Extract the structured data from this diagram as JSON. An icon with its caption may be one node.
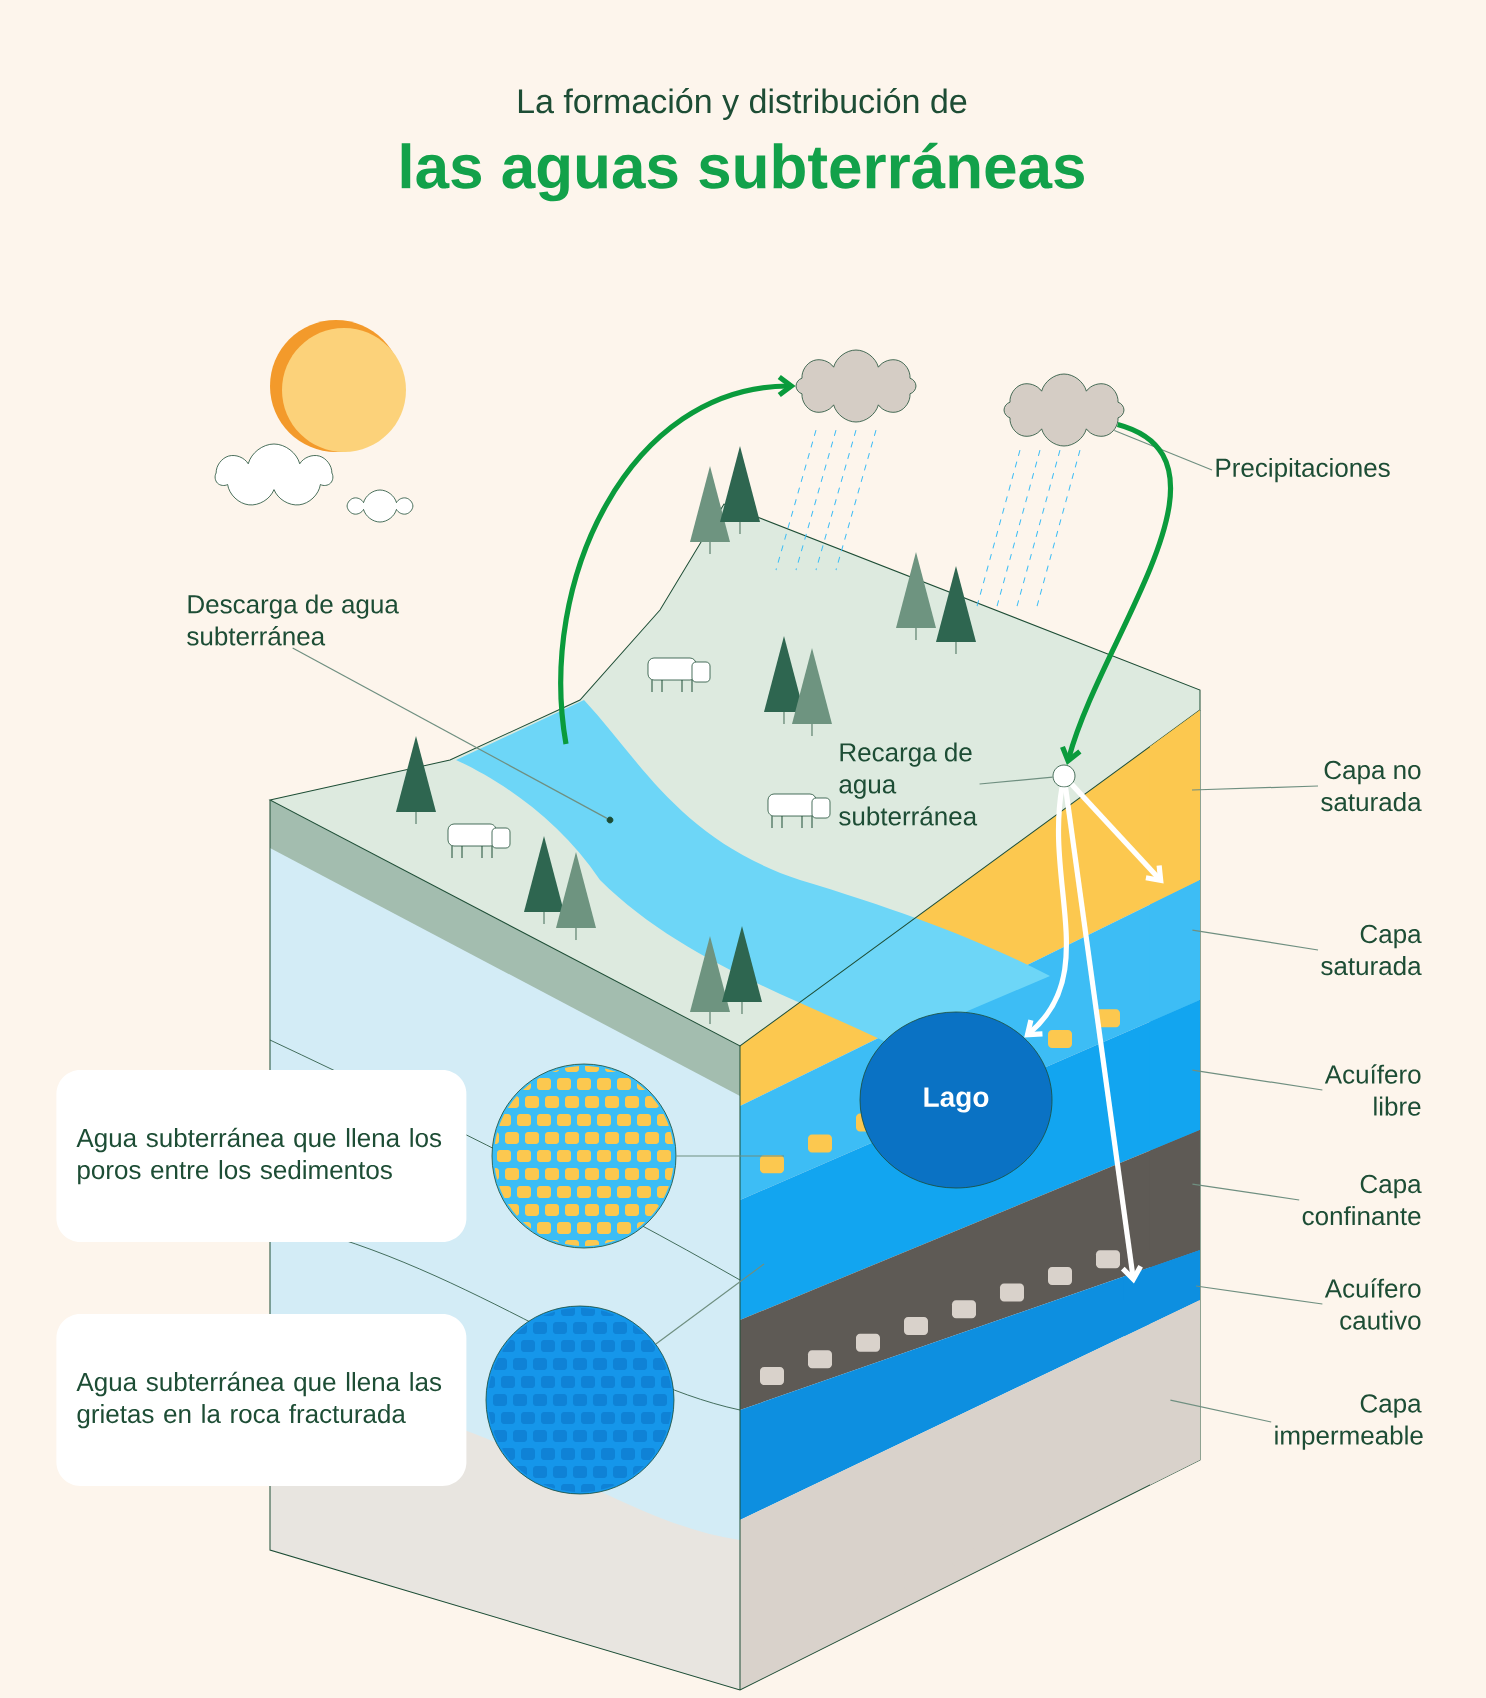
{
  "diagram": {
    "title": "La formación y distribución de",
    "nodes": [
      {
        "text": [
          "Precipitaciones"
        ]
      },
      {
        "text": [],
        "shape": "cloud"
      },
      {
        "text": [],
        "shape": "cloud"
      },
      {
        "text": [
          "Descarga de agua subterránea"
        ]
      },
      {
        "text": [],
        "shape": "circle"
      },
      {
        "text": [],
        "shape": "circle"
      },
      {
        "text": [
          "Recarga de agua subterránea"
        ]
      },
      {
        "text": [
          "Lago"
        ]
      },
      {
        "text": [
          "Capa no saturada"
        ]
      },
      {
        "text": [
          "Capa saturada"
        ]
      },
      {
        "text": [
          "Acuífero libre"
        ]
      },
      {
        "text": [
          "Capa confinante"
        ]
      },
      {
        "text": [
          "Acuífero cautivo"
        ]
      },
      {
        "text": [
          "Capa impermeable"
        ]
      },
      {
        "text": [
          "Agua subterránea que llena los poros entre los sedimentos"
        ]
      },
      {
        "text": [],
        "shape": "circle"
      },
      {
        "text": [
          "Agua subterránea que llena las grietas en la roca fracturada"
        ]
      },
      {
        "text": [],
        "shape": "circle"
      },
      {
        "text": [],
        "shape": "band"
      },
      {
        "text": [],
        "shape": "band"
      },
      {
        "text": [],
        "shape": "band"
      },
      {
        "text": [],
        "shape": "band"
      },
      {
        "text": [],
        "shape": "band"
      },
      {
        "text": [],
        "shape": "band"
      }
    ],
    "edges": [
      {
        "from": 0,
        "to": 2,
        "arrow": "none"
      },
      {
        "from": null,
        "to": 1,
        "arrow": "to",
        "style": "thick",
        "color": "#0a9b3c"
      },
      {
        "from": 2,
        "to": 5,
        "arrow": "to",
        "style": "thick",
        "color": "#0a9b3c"
      },
      {
        "from": 3,
        "to": 4,
        "arrow": "none"
      },
      {
        "from": 6,
        "to": 5,
        "arrow": "none"
      },
      {
        "from": 5,
        "to": 7,
        "arrow": "to",
        "style": "thick",
        "color": "#ffffff"
      },
      {
        "from": 5,
        "to": 18,
        "arrow": "to",
        "style": "thick",
        "color": "#ffffff"
      },
      {
        "from": 5,
        "to": 22,
        "arrow": "to",
        "style": "thick",
        "color": "#ffffff"
      },
      {
        "from": 8,
        "to": 18,
        "arrow": "none"
      },
      {
        "from": 9,
        "to": 19,
        "arrow": "none"
      },
      {
        "from": 10,
        "to": 20,
        "arrow": "none"
      },
      {
        "from": 11,
        "to": 21,
        "arrow": "none"
      },
      {
        "from": 12,
        "to": 22,
        "arrow": "none"
      },
      {
        "from": 13,
        "to": 23,
        "arrow": "none"
      },
      {
        "from": 15,
        "to": null,
        "arrow": "none"
      },
      {
        "from": 17,
        "to": null,
        "arrow": "none"
      }
    ],
    "labels": [
      "las aguas subterráneas"
    ]
  }
}
